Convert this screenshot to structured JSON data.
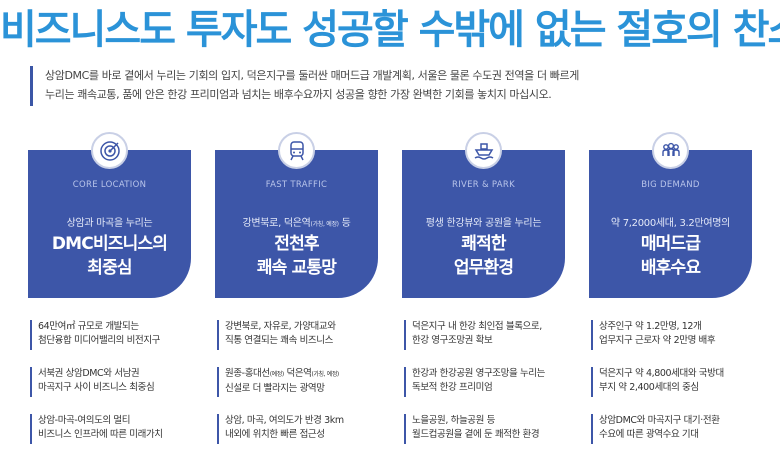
{
  "headline": "비즈니스도 투자도 성공할 수밖에 없는 절호의 찬스!",
  "intro": [
    "상암DMC를 바로 곁에서 누리는 기회의 입지, 덕은지구를 둘러싼 매머드급 개발계획, 서울은 물론 수도권 전역을 더 빠르게",
    "누리는 쾌속교통, 품에 안은 한강 프리미엄과 넘치는 배후수요까지 성공을 향한 가장 완벽한 기회를 놓치지 마십시오."
  ],
  "cards": [
    {
      "icon": "target-icon",
      "eng": "CORE LOCATION",
      "sub": "상암과 마곡을 누리는",
      "big1": "DMC비즈니스의",
      "big2": "최중심",
      "bullets": [
        [
          "64만여㎡ 규모로 개발되는",
          "첨단융합 미디어밸리의 비전지구"
        ],
        [
          "서북권 상암DMC와 서남권",
          "마곡지구 사이 비즈니스 최중심"
        ],
        [
          "상암-마곡-여의도의 멀티",
          "비즈니스 인프라에 따른 미래가치"
        ]
      ]
    },
    {
      "icon": "train-icon",
      "eng": "FAST TRAFFIC",
      "sub": "강변북로, 덕은역",
      "sub_small": "(가칭, 예정)",
      "sub_end": " 등",
      "big1": "전천후",
      "big2": "쾌속 교통망",
      "bullets": [
        [
          "강변북로, 자유로, 가양대교와",
          "직통 연결되는 쾌속 비즈니스"
        ],
        [
          "원종-홍대선",
          "(예정)",
          " 덕은역",
          "(가칭, 예정)",
          "신설로 더 빨라지는 광역망"
        ],
        [
          "상암, 마곡, 여의도가 반경 3km",
          "내외에 위치한 빠른 접근성"
        ]
      ]
    },
    {
      "icon": "ship-icon",
      "eng": "RIVER & PARK",
      "sub": "평생 한강뷰와 공원을 누리는",
      "big1": "쾌적한",
      "big2": "업무환경",
      "bullets": [
        [
          "덕은지구 내 한강 최인접 블록으로,",
          "한강 영구조망권 확보"
        ],
        [
          "한강과 한강공원 영구조망을 누리는",
          "독보적 한강 프리미엄"
        ],
        [
          "노을공원, 하늘공원 등",
          "월드컵공원을 곁에 둔 쾌적한 환경"
        ]
      ]
    },
    {
      "icon": "people-icon",
      "eng": "BIG DEMAND",
      "sub": "약 7,2000세대, 3.2만여명의",
      "big1": "매머드급",
      "big2": "배후수요",
      "bullets": [
        [
          "상주인구 약 1.2만명, 12개",
          "업무지구 근로자 약 2만명 배후"
        ],
        [
          "덕은지구 약 4,800세대와 국방대",
          "부지 약 2,400세대의 중심"
        ],
        [
          "상암DMC와 마곡지구 대기·전환",
          "수요에 따른 광역수요 기대"
        ]
      ]
    }
  ]
}
